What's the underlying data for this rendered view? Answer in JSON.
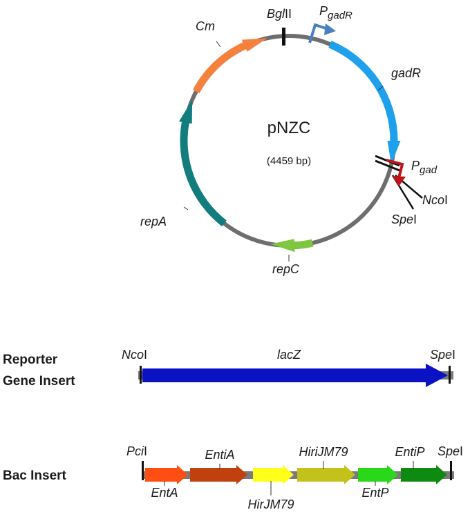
{
  "plasmid": {
    "name": "pNZC",
    "size": "(4459 bp)",
    "labels": {
      "cm": "Cm",
      "bgl_italic": "Bgl",
      "bgl_roman": "II",
      "pgadr_main": "P",
      "pgadr_sub": "gadR",
      "gadr": "gadR",
      "pgad_main": "P",
      "pgad_sub": "gad",
      "nco_italic": "Nco",
      "nco_roman": "I",
      "spe_italic": "Spe",
      "spe_roman": "I",
      "repc": "repC",
      "repa": "repA"
    },
    "colors": {
      "backbone": "#6e6e6e",
      "cm": "#f5813e",
      "gadr": "#1ea0ec",
      "repa": "#137d7e",
      "repc": "#7dc63d",
      "pgadr": "#4a7fc0",
      "pgad": "#c0141a"
    }
  },
  "reporter": {
    "title_line1": "Reporter",
    "title_line2": "Gene Insert",
    "gene": "lacZ",
    "left_site_italic": "Nco",
    "left_site_roman": "I",
    "right_site_italic": "Spe",
    "right_site_roman": "I",
    "color": "#0a12c4"
  },
  "bac": {
    "title": "Bac Insert",
    "left_site_italic": "Pci",
    "left_site_roman": "I",
    "right_site_italic": "Spe",
    "right_site_roman": "I",
    "genes": [
      {
        "label": "EntA",
        "color": "#ff4e12"
      },
      {
        "label": "EntiA",
        "color": "#c0400e"
      },
      {
        "label": "HirJM79",
        "color": "#ffff1a"
      },
      {
        "label": "HiriJM79",
        "color": "#c2c21a"
      },
      {
        "label": "EntP",
        "color": "#2ad81a"
      },
      {
        "label": "EntiP",
        "color": "#0e8a10"
      }
    ]
  }
}
